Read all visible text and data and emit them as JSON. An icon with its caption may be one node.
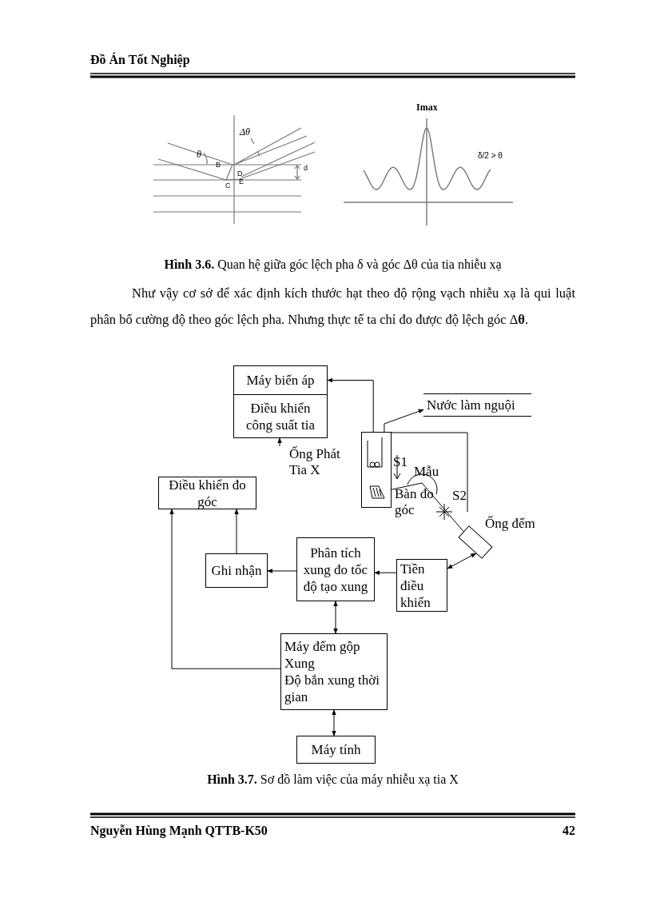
{
  "diagram": {
    "nodes": [
      {
        "text": [
          "Máy biến áp"
        ]
      },
      {
        "text": [
          "Điều khiển công suất tia"
        ]
      },
      {
        "text": [
          "Nước làm nguội"
        ]
      },
      {
        "text": [],
        "shape": "box"
      },
      {
        "text": [
          "Điều khiển đo góc"
        ]
      },
      {
        "text": [
          "Ghi nhận"
        ]
      },
      {
        "text": [
          "Phân tích xung đo tốc độ tạo xung"
        ]
      },
      {
        "text": [
          "Tiền điều khiển"
        ]
      },
      {
        "text": [
          "Máy đếm gộp Xung",
          "Độ bắn xung thời gian"
        ]
      },
      {
        "text": [
          "Máy tính"
        ]
      },
      {
        "text": [],
        "shape": "box",
        "beside": [
          "Ống đếm"
        ]
      }
    ],
    "edges": [
      {
        "from": 3,
        "to": 0,
        "arrow": "to"
      },
      {
        "from": 3,
        "to": 2,
        "arrow": "to"
      },
      {
        "from": 7,
        "to": 6,
        "arrow": "to"
      },
      {
        "from": 6,
        "to": 5,
        "arrow": "to"
      },
      {
        "from": 5,
        "to": 4,
        "arrow": "to"
      },
      {
        "from": 10,
        "to": 7,
        "arrow": "both"
      },
      {
        "from": 6,
        "to": 8,
        "arrow": "both"
      },
      {
        "from": 8,
        "to": 4,
        "arrow": "to"
      },
      {
        "from": 8,
        "to": 9,
        "arrow": "both"
      },
      {
        "from": null,
        "to": 1,
        "arrow": "to"
      },
      {
        "from": 3,
        "to": 10,
        "arrow": "none"
      }
    ],
    "labels": [
      "Đồ Án Tốt Nghiệp",
      "θ",
      "B",
      "Δθ",
      "D",
      "C",
      "E",
      "d",
      "Imax",
      "δ/2 > θ",
      "**Hình 3.6.** Quan hệ giữa góc lệch pha δ và góc Δθ của tia nhiễu xạ",
      "Như vậy cơ sở để xác định kích thước hạt theo độ rộng vạch nhiễu xạ là qui luật phân bố cường độ theo góc lệch pha. Nhưng thực tế ta chỉ đo được độ lệch góc Δ**θ**.",
      "Ống Phát Tia X",
      "S1",
      "Mẫu",
      "Bàn đo góc",
      "S2",
      "**Hình 3.7.** Sơ đồ làm việc của máy nhiễu xạ tia X",
      "Nguyễn Hùng Mạnh QTTB-K50",
      "42"
    ]
  }
}
